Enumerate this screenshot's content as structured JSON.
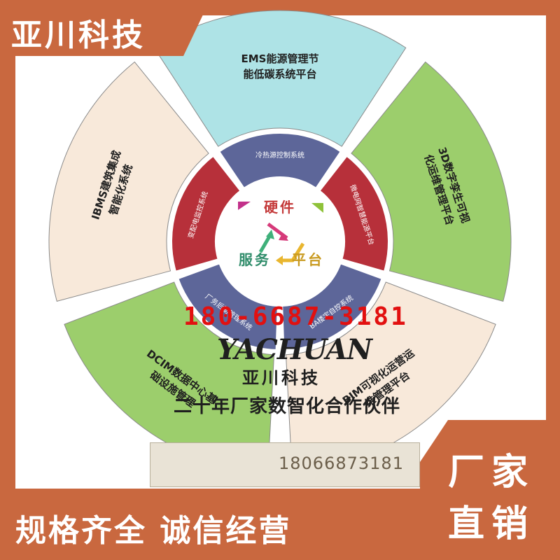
{
  "brand": {
    "title": "亚川科技"
  },
  "outer_ring": [
    {
      "label_l1": "EMS能源管理节",
      "label_l2": "能低碳系统平台",
      "color": "#aee3e6"
    },
    {
      "label_l1": "3D数字孪生可视",
      "label_l2": "化运维管理平台",
      "color": "#9cce6c"
    },
    {
      "label_l1": "BIM可视化运营运",
      "label_l2": "维管理平台",
      "color": "#f8e9da"
    },
    {
      "label_l1": "DCIM数据中心基",
      "label_l2": "础设施管理",
      "color": "#9cce6c"
    },
    {
      "label_l1": "IBMS建筑集成",
      "label_l2": "智能化系统",
      "color": "#f8e9da"
    }
  ],
  "inner_ring": [
    {
      "label": "冷热源控制系统",
      "color": "#5d6699"
    },
    {
      "label": "微电网智慧能源平台",
      "color": "#b7303a"
    },
    {
      "label": "BA楼宇自控系统",
      "color": "#5d6699"
    },
    {
      "label": "厂务后勤管理系统",
      "color": "#5d6699"
    },
    {
      "label": "变配电监控系统",
      "color": "#b7303a"
    }
  ],
  "center": {
    "top": "硬件",
    "left": "服务",
    "right": "平台"
  },
  "phone_red": "180-6687-3181",
  "logo": {
    "mark": "YACHUAN",
    "name": "亚川科技"
  },
  "tagline": "二十年厂家数智化合作伙伴",
  "phone_box": "18066873181",
  "badge": {
    "line1": "厂家",
    "line2": "直销"
  },
  "slogan": "规格齐全  诚信经营",
  "colors": {
    "frame": "#c9683f",
    "phone": "#e21010"
  }
}
